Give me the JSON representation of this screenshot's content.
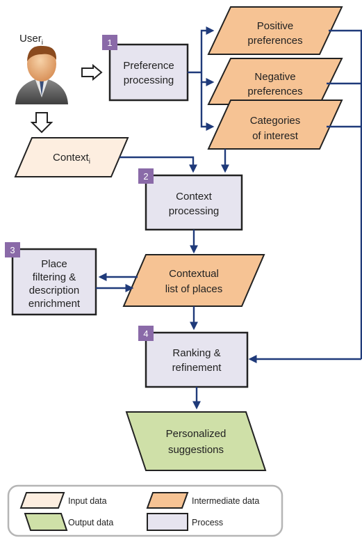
{
  "user": {
    "label": "User",
    "subscript": "i",
    "icon": "user-avatar-icon"
  },
  "context": {
    "label": "Context",
    "subscript": "i"
  },
  "processes": [
    {
      "number": "1",
      "line1": "Preference",
      "line2": "processing"
    },
    {
      "number": "2",
      "line1": "Context",
      "line2": "processing"
    },
    {
      "number": "3",
      "line1": "Place",
      "line2": "filtering &",
      "line3": "description",
      "line4": "enrichment"
    },
    {
      "number": "4",
      "line1": "Ranking &",
      "line2": "refinement"
    }
  ],
  "intermediate": [
    {
      "line1": "Positive",
      "line2": "preferences"
    },
    {
      "line1": "Negative",
      "line2": "preferences"
    },
    {
      "line1": "Categories",
      "line2": "of interest"
    },
    {
      "line1": "Contextual",
      "line2": "list of places"
    }
  ],
  "output": {
    "line1": "Personalized",
    "line2": "suggestions"
  },
  "legend": {
    "input": "Input data",
    "intermediate": "Intermediate data",
    "output": "Output data",
    "process": "Process"
  },
  "colors": {
    "input_fill": "#fdeee0",
    "intermediate_fill": "#f6c394",
    "output_fill": "#cfe0a8",
    "process_fill": "#e6e4ef",
    "badge": "#8a6aa8",
    "arrow": "#1f3a7a"
  }
}
